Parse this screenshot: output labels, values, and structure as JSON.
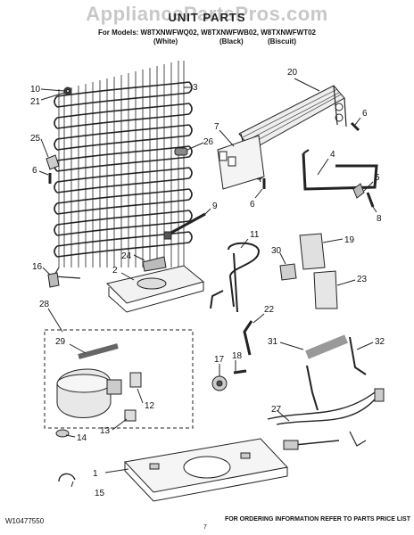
{
  "watermark": "AppliancePartsPros.com",
  "header": {
    "title": "UNIT PARTS",
    "models": "For Models: W8TXNWFWQ02, W8TXNWFWB02, W8TXNWFWT02",
    "color_white": "(White)",
    "color_black": "(Black)",
    "color_biscuit": "(Biscuit)"
  },
  "callouts": {
    "c1": "1",
    "c2": "2",
    "c3": "3",
    "c4": "4",
    "c5": "5",
    "c6a": "6",
    "c6b": "6",
    "c6c": "6",
    "c7": "7",
    "c8": "8",
    "c9": "9",
    "c10": "10",
    "c11": "11",
    "c12": "12",
    "c13": "13",
    "c14": "14",
    "c15": "15",
    "c16": "16",
    "c17": "17",
    "c18": "18",
    "c19": "19",
    "c20": "20",
    "c21": "21",
    "c22": "22",
    "c23": "23",
    "c24": "24",
    "c25": "25",
    "c26": "26",
    "c27": "27",
    "c28": "28",
    "c29": "29",
    "c30": "30",
    "c31": "31",
    "c32": "32"
  },
  "footer": {
    "doc_number": "W10477550",
    "page_number": "7",
    "ordering_note": "FOR ORDERING INFORMATION REFER TO PARTS PRICE LIST"
  }
}
